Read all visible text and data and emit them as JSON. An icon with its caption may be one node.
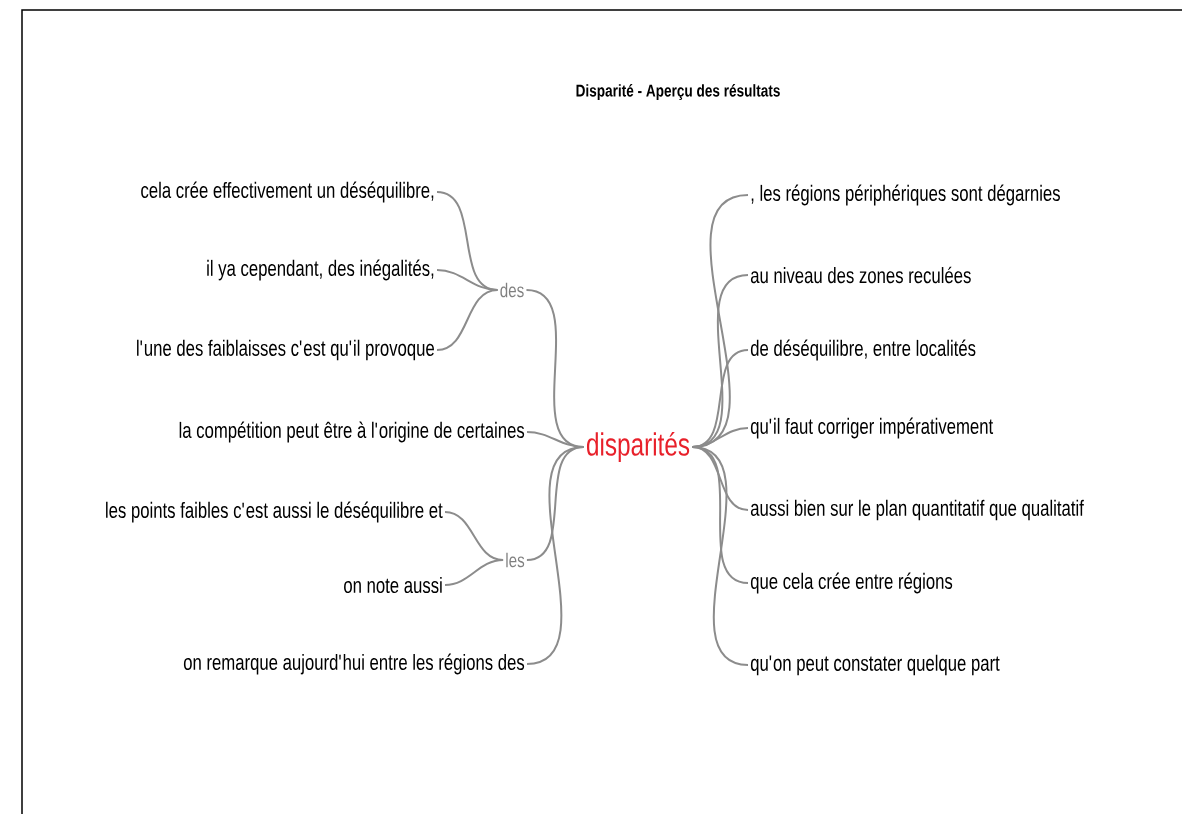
{
  "diagram": {
    "title": "Disparité - Aperçu des résultats",
    "nodes": [
      {
        "text": [
          "cela crée effectivement un déséquilibre,"
        ]
      },
      {
        "text": [
          "il ya cependant, des inégalités,"
        ]
      },
      {
        "text": [
          "l'une des faiblaisses c'est qu'il provoque"
        ]
      },
      {
        "text": [
          "des"
        ]
      },
      {
        "text": [
          "la compétition peut être à l'origine de certaines"
        ]
      },
      {
        "text": [
          "les points faibles c'est aussi le déséquilibre et"
        ]
      },
      {
        "text": [
          "on note aussi"
        ]
      },
      {
        "text": [
          "les"
        ]
      },
      {
        "text": [
          "on remarque aujourd'hui entre les régions des"
        ]
      },
      {
        "text": [
          "disparités"
        ]
      },
      {
        "text": [
          ", les régions périphériques sont dégarnies"
        ]
      },
      {
        "text": [
          "au niveau des zones reculées"
        ]
      },
      {
        "text": [
          "de déséquilibre, entre localités"
        ]
      },
      {
        "text": [
          "qu'il faut corriger impérativement"
        ]
      },
      {
        "text": [
          "aussi bien sur le plan quantitatif que qualitatif"
        ]
      },
      {
        "text": [
          "que cela crée entre régions"
        ]
      },
      {
        "text": [
          "qu'on peut constater quelque part"
        ]
      }
    ],
    "edges": [
      {
        "from": 0,
        "to": 3,
        "arrow": "none"
      },
      {
        "from": 1,
        "to": 3,
        "arrow": "none"
      },
      {
        "from": 2,
        "to": 3,
        "arrow": "none"
      },
      {
        "from": 3,
        "to": 9,
        "arrow": "none"
      },
      {
        "from": 4,
        "to": 9,
        "arrow": "none"
      },
      {
        "from": 5,
        "to": 7,
        "arrow": "none"
      },
      {
        "from": 6,
        "to": 7,
        "arrow": "none"
      },
      {
        "from": 7,
        "to": 9,
        "arrow": "none"
      },
      {
        "from": 8,
        "to": 9,
        "arrow": "none"
      },
      {
        "from": 9,
        "to": 10,
        "arrow": "none"
      },
      {
        "from": 9,
        "to": 11,
        "arrow": "none"
      },
      {
        "from": 9,
        "to": 12,
        "arrow": "none"
      },
      {
        "from": 9,
        "to": 13,
        "arrow": "none"
      },
      {
        "from": 9,
        "to": 14,
        "arrow": "none"
      },
      {
        "from": 9,
        "to": 15,
        "arrow": "none"
      },
      {
        "from": 9,
        "to": 16,
        "arrow": "none"
      }
    ]
  }
}
